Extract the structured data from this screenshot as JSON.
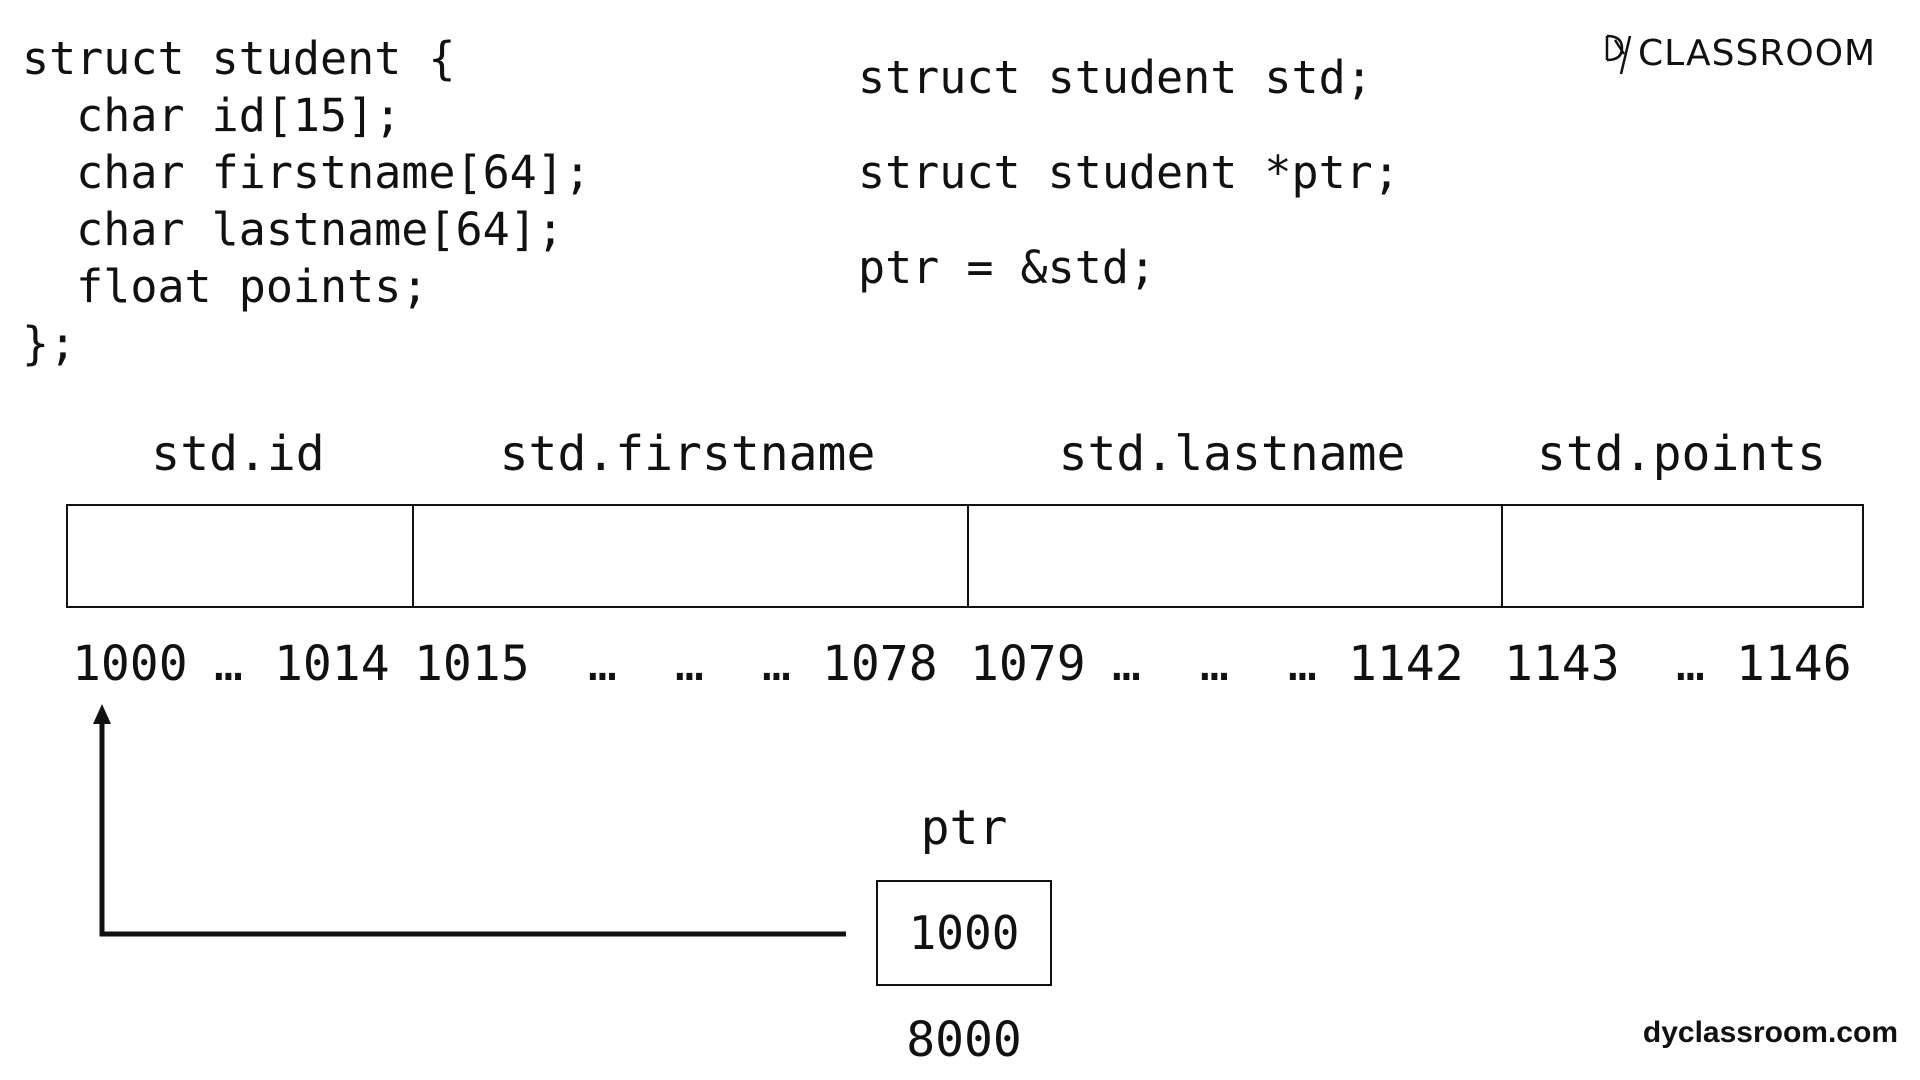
{
  "code": {
    "struct_definition": "struct student {\n  char id[15];\n  char firstname[64];\n  char lastname[64];\n  float points;\n};",
    "declarations": "struct student std;\nstruct student *ptr;\nptr = &std;"
  },
  "logo": {
    "text": "CLASSROOM"
  },
  "memory": {
    "fields": [
      {
        "label": "std.id",
        "start": "1000",
        "end": "1014"
      },
      {
        "label": "std.firstname",
        "start": "1015",
        "end": "1078"
      },
      {
        "label": "std.lastname",
        "start": "1079",
        "end": "1142"
      },
      {
        "label": "std.points",
        "start": "1143",
        "end": "1146"
      }
    ],
    "ellipsis": "…"
  },
  "pointer": {
    "name": "ptr",
    "value": "1000",
    "address": "8000"
  },
  "footer": {
    "site": "dyclassroom.com"
  }
}
